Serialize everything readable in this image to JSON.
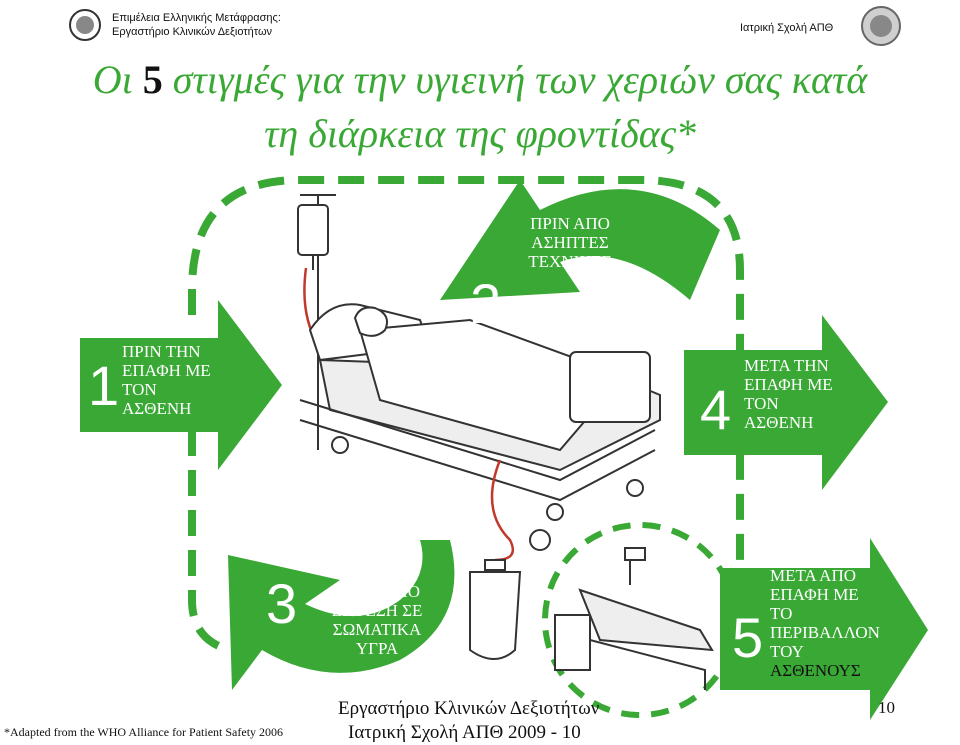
{
  "header": {
    "left_logo_lines": [
      "Επιμέλεια Ελληνικής Μετάφρασης:",
      "Εργαστήριο Κλινικών Δεξιοτήτων"
    ],
    "right_logo_text": "Ιατρική Σχολή ΑΠΘ"
  },
  "title": {
    "prefix": "Οι",
    "number": "5",
    "line1_rest": "στιγμές για την υγιεινή των χεριών σας κατά",
    "line2": "τη διάρκεια της φροντίδας*"
  },
  "moments": [
    {
      "number": "1",
      "lines": [
        "ΠΡΙΝ ΤΗΝ",
        "ΕΠΑΦΗ ΜΕ",
        "ΤΟΝ",
        "ΑΣΘΕΝΗ"
      ]
    },
    {
      "number": "2",
      "lines": [
        "ΠΡΙΝ ΑΠΟ",
        "ΑΣΗΠΤΕΣ",
        "ΤΕΧΝΙΚΕΣ"
      ]
    },
    {
      "number": "3",
      "lines": [
        "ΜΕΤΑ ΑΠΟ",
        "ΕΚΘΕΣΗ ΣΕ",
        "ΣΩΜΑΤΙΚΑ",
        "ΥΓΡΑ"
      ]
    },
    {
      "number": "4",
      "lines": [
        "ΜΕΤΑ ΤΗΝ",
        "ΕΠΑΦΗ ΜΕ",
        "ΤΟΝ",
        "ΑΣΘΕΝΗ"
      ]
    },
    {
      "number": "5",
      "lines": [
        "ΜΕΤΑ ΑΠΟ",
        "ΕΠΑΦΗ ΜΕ",
        "ΤΟ",
        "ΠΕΡΙΒΑΛΛΟΝ",
        "ΤΟΥ",
        "ΑΣΘΕΝΟΥΣ"
      ]
    }
  ],
  "footer": {
    "adapted": "*Adapted from the WHO Alliance for Patient Safety 2006",
    "lab": "Εργαστήριο Κλινικών Δεξιοτήτων",
    "school": "Ιατρική Σχολή ΑΠΘ 2009 - 10",
    "page_number": "10"
  },
  "colors": {
    "green": "#3aa835",
    "title_green": "#3aa835"
  }
}
